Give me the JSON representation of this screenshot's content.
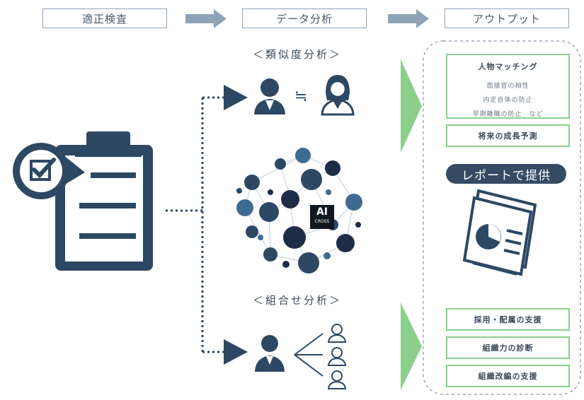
{
  "steps": {
    "inspection": "適正検査",
    "analysis": "データ分析",
    "output": "アウトプット"
  },
  "sections": {
    "similarity": "＜類似度分析＞",
    "combination": "＜組合せ分析＞"
  },
  "approx_symbol": "≒",
  "ai_logo": {
    "main": "AI",
    "sub": "CROSS"
  },
  "output": {
    "matching": {
      "title": "人物マッチング",
      "items": [
        "面接官の相性",
        "内定自体の防止",
        "早期離職の防止　など"
      ]
    },
    "growth": "将来の成長予測",
    "report": "レポートで提供",
    "hiring": "採用・配属の支援",
    "diagnosis": "組織力の診断",
    "reform": "組織改編の支援"
  },
  "colors": {
    "navy": "#2d4863",
    "green": "#8ccf8c",
    "arrow_gray": "#8fa3b8"
  }
}
